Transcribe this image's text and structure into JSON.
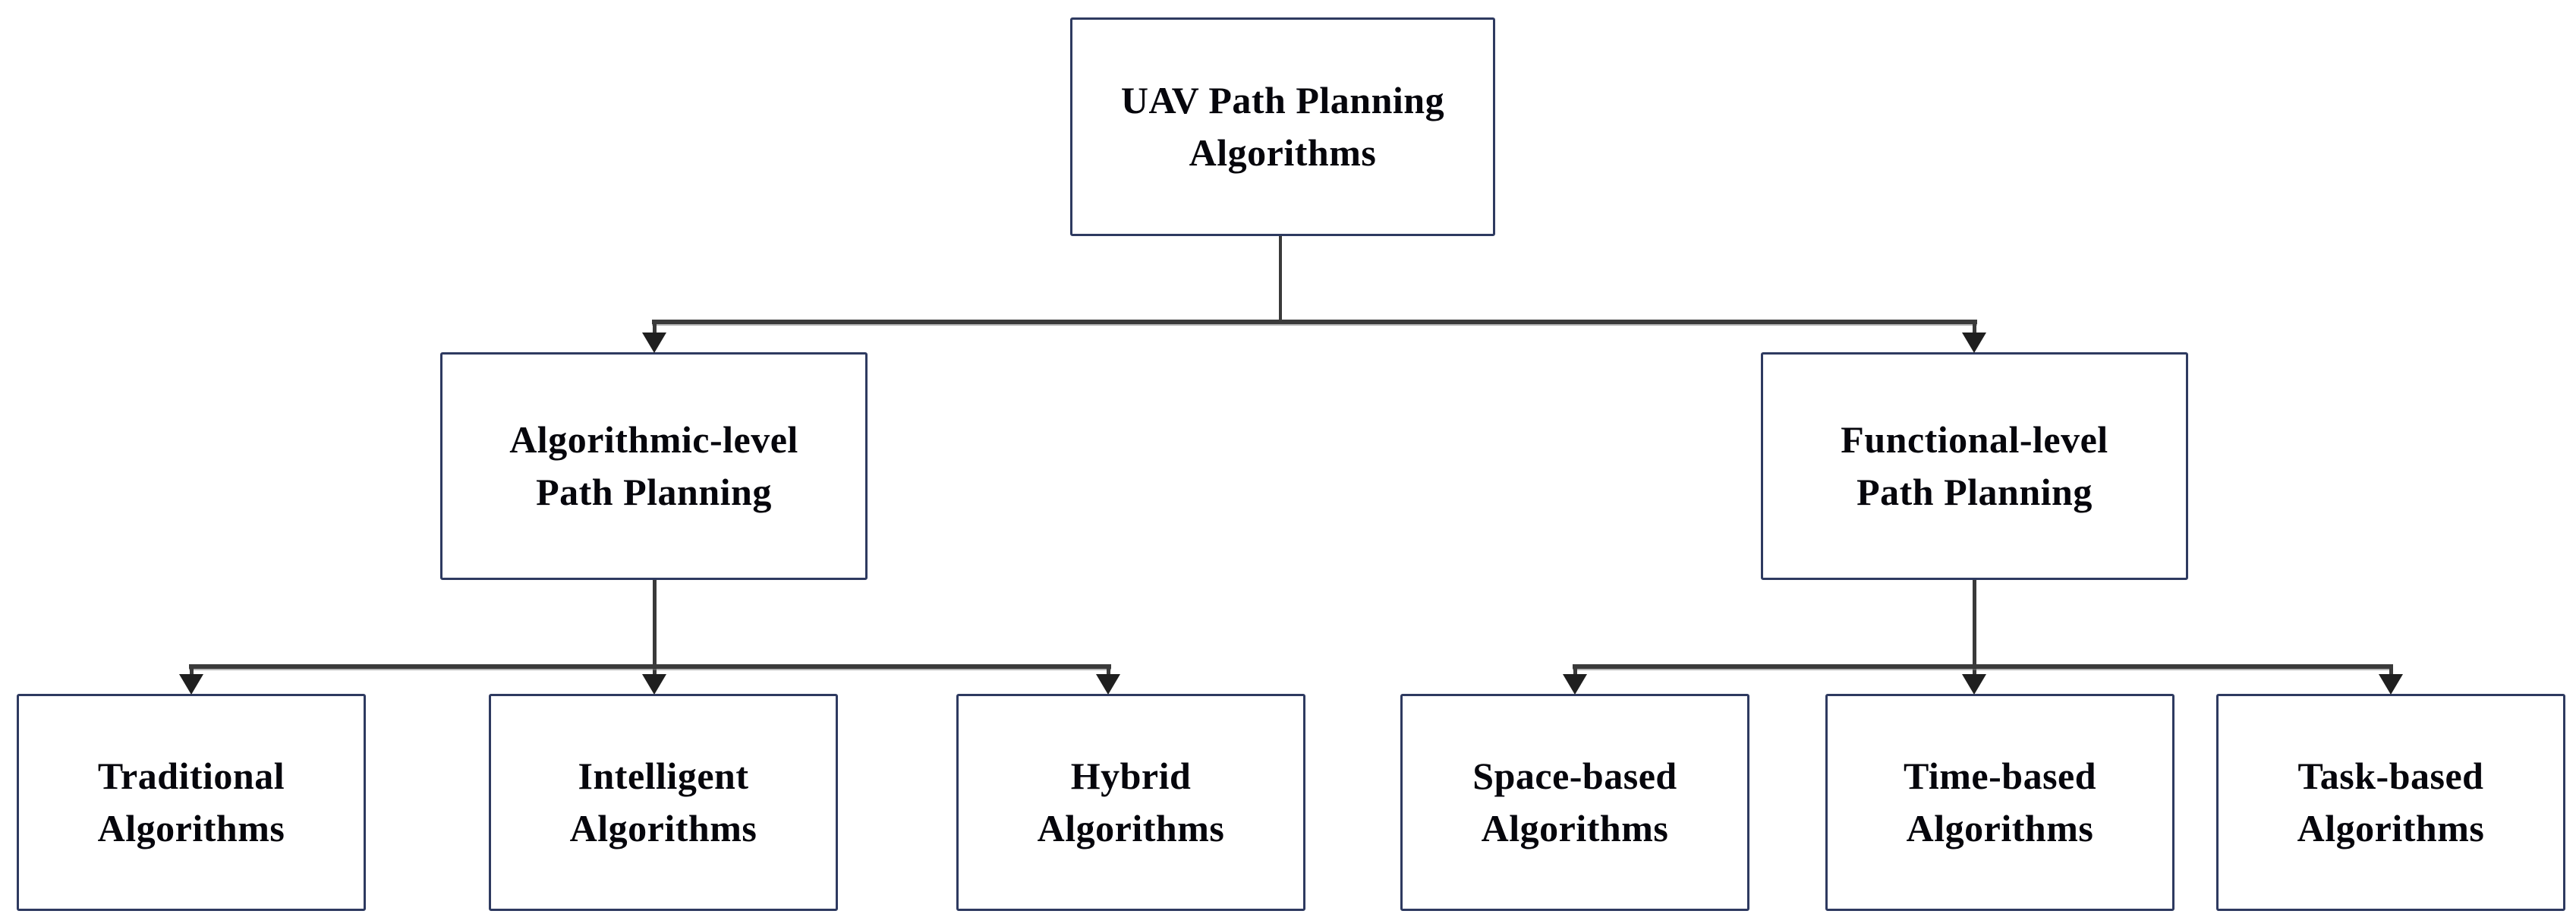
{
  "diagram": {
    "root": {
      "label": "UAV Path Planning\nAlgorithms"
    },
    "level2": [
      {
        "label": "Algorithmic-level\nPath Planning"
      },
      {
        "label": "Functional-level\nPath Planning"
      }
    ],
    "level3": [
      {
        "label": "Traditional\nAlgorithms"
      },
      {
        "label": "Intelligent\nAlgorithms"
      },
      {
        "label": "Hybrid\nAlgorithms"
      },
      {
        "label": "Space-based\nAlgorithms"
      },
      {
        "label": "Time-based\nAlgorithms"
      },
      {
        "label": "Task-based\nAlgorithms"
      }
    ]
  },
  "colors": {
    "background": "#ffffff",
    "box_border": "#2e3a60",
    "text": "#06060c",
    "connector": "#3a3a3a",
    "arrow": "#1f1f1f"
  }
}
